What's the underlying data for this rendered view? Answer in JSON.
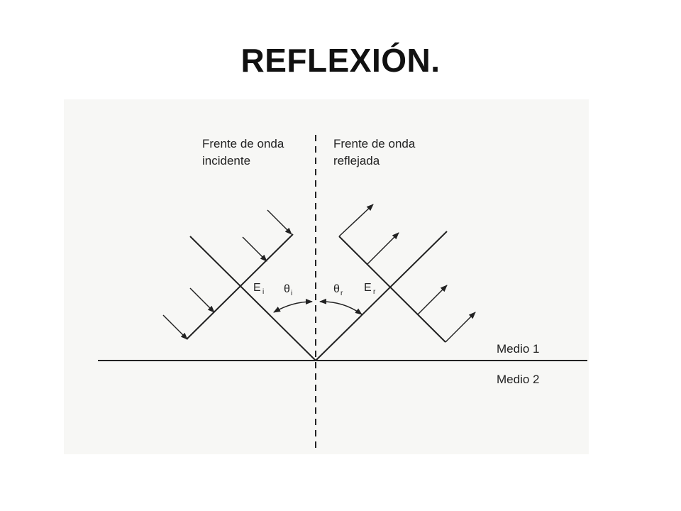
{
  "title": "REFLEXIÓN.",
  "diagram": {
    "incident_label_line1": "Frente de onda",
    "incident_label_line2": "incidente",
    "reflected_label_line1": "Frente de onda",
    "reflected_label_line2": "reflejada",
    "e_incident": "E",
    "e_incident_sub": "i",
    "theta_incident": "θ",
    "theta_incident_sub": "i",
    "theta_reflected": "θ",
    "theta_reflected_sub": "r",
    "e_reflected": "E",
    "e_reflected_sub": "r",
    "medium1": "Medio 1",
    "medium2": "Medio 2"
  }
}
